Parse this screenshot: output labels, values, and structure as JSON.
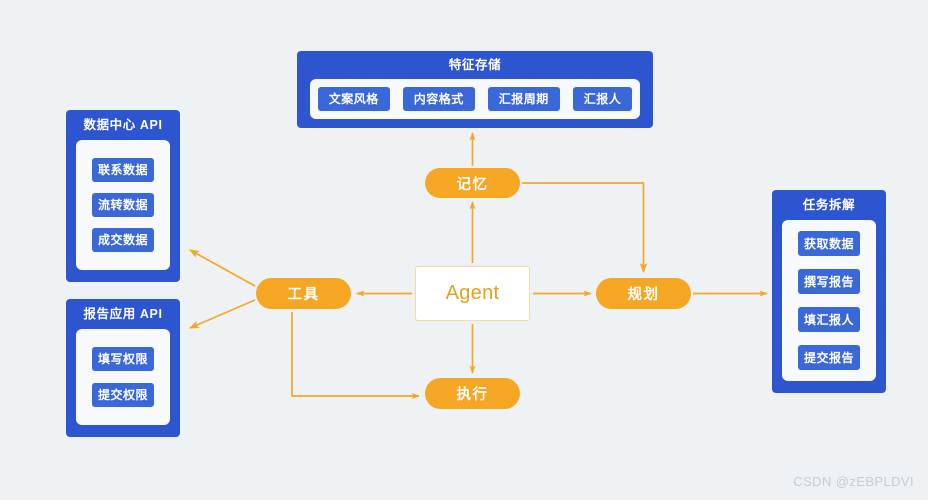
{
  "background_color": "#eef2f5",
  "colors": {
    "panel_blue": "#2c55cf",
    "chip_blue": "#3a68d8",
    "panel_inner": "#f7f9fd",
    "accent_orange": "#f5a623",
    "agent_border": "#f3d9a8",
    "agent_text": "#e8a020",
    "watermark": "#c3ccd3"
  },
  "panels": {
    "feature_store": {
      "title": "特征存储",
      "items": [
        "文案风格",
        "内容格式",
        "汇报周期",
        "汇报人"
      ]
    },
    "data_center_api": {
      "title": "数据中心 API",
      "items": [
        "联系数据",
        "流转数据",
        "成交数据"
      ]
    },
    "report_app_api": {
      "title": "报告应用 API",
      "items": [
        "填写权限",
        "提交权限"
      ]
    },
    "task_decomposition": {
      "title": "任务拆解",
      "items": [
        "获取数据",
        "撰写报告",
        "填汇报人",
        "提交报告"
      ]
    }
  },
  "nodes": {
    "agent": "Agent",
    "memory": "记忆",
    "tool": "工具",
    "planning": "规划",
    "execution": "执行"
  },
  "connections": [
    {
      "from": "memory",
      "to": "feature_store",
      "direction": "up"
    },
    {
      "from": "agent",
      "to": "memory",
      "direction": "up"
    },
    {
      "from": "memory",
      "to": "planning",
      "direction": "elbow-right-down"
    },
    {
      "from": "agent",
      "to": "tool",
      "direction": "left"
    },
    {
      "from": "agent",
      "to": "planning",
      "direction": "right"
    },
    {
      "from": "agent",
      "to": "execution",
      "direction": "down"
    },
    {
      "from": "tool",
      "to": "data_center_api",
      "direction": "up-left"
    },
    {
      "from": "tool",
      "to": "report_app_api",
      "direction": "down-left"
    },
    {
      "from": "tool",
      "to": "execution",
      "direction": "elbow-down-right"
    },
    {
      "from": "planning",
      "to": "task_decomposition",
      "direction": "right"
    }
  ],
  "watermark": "CSDN @zEBPLDVI"
}
